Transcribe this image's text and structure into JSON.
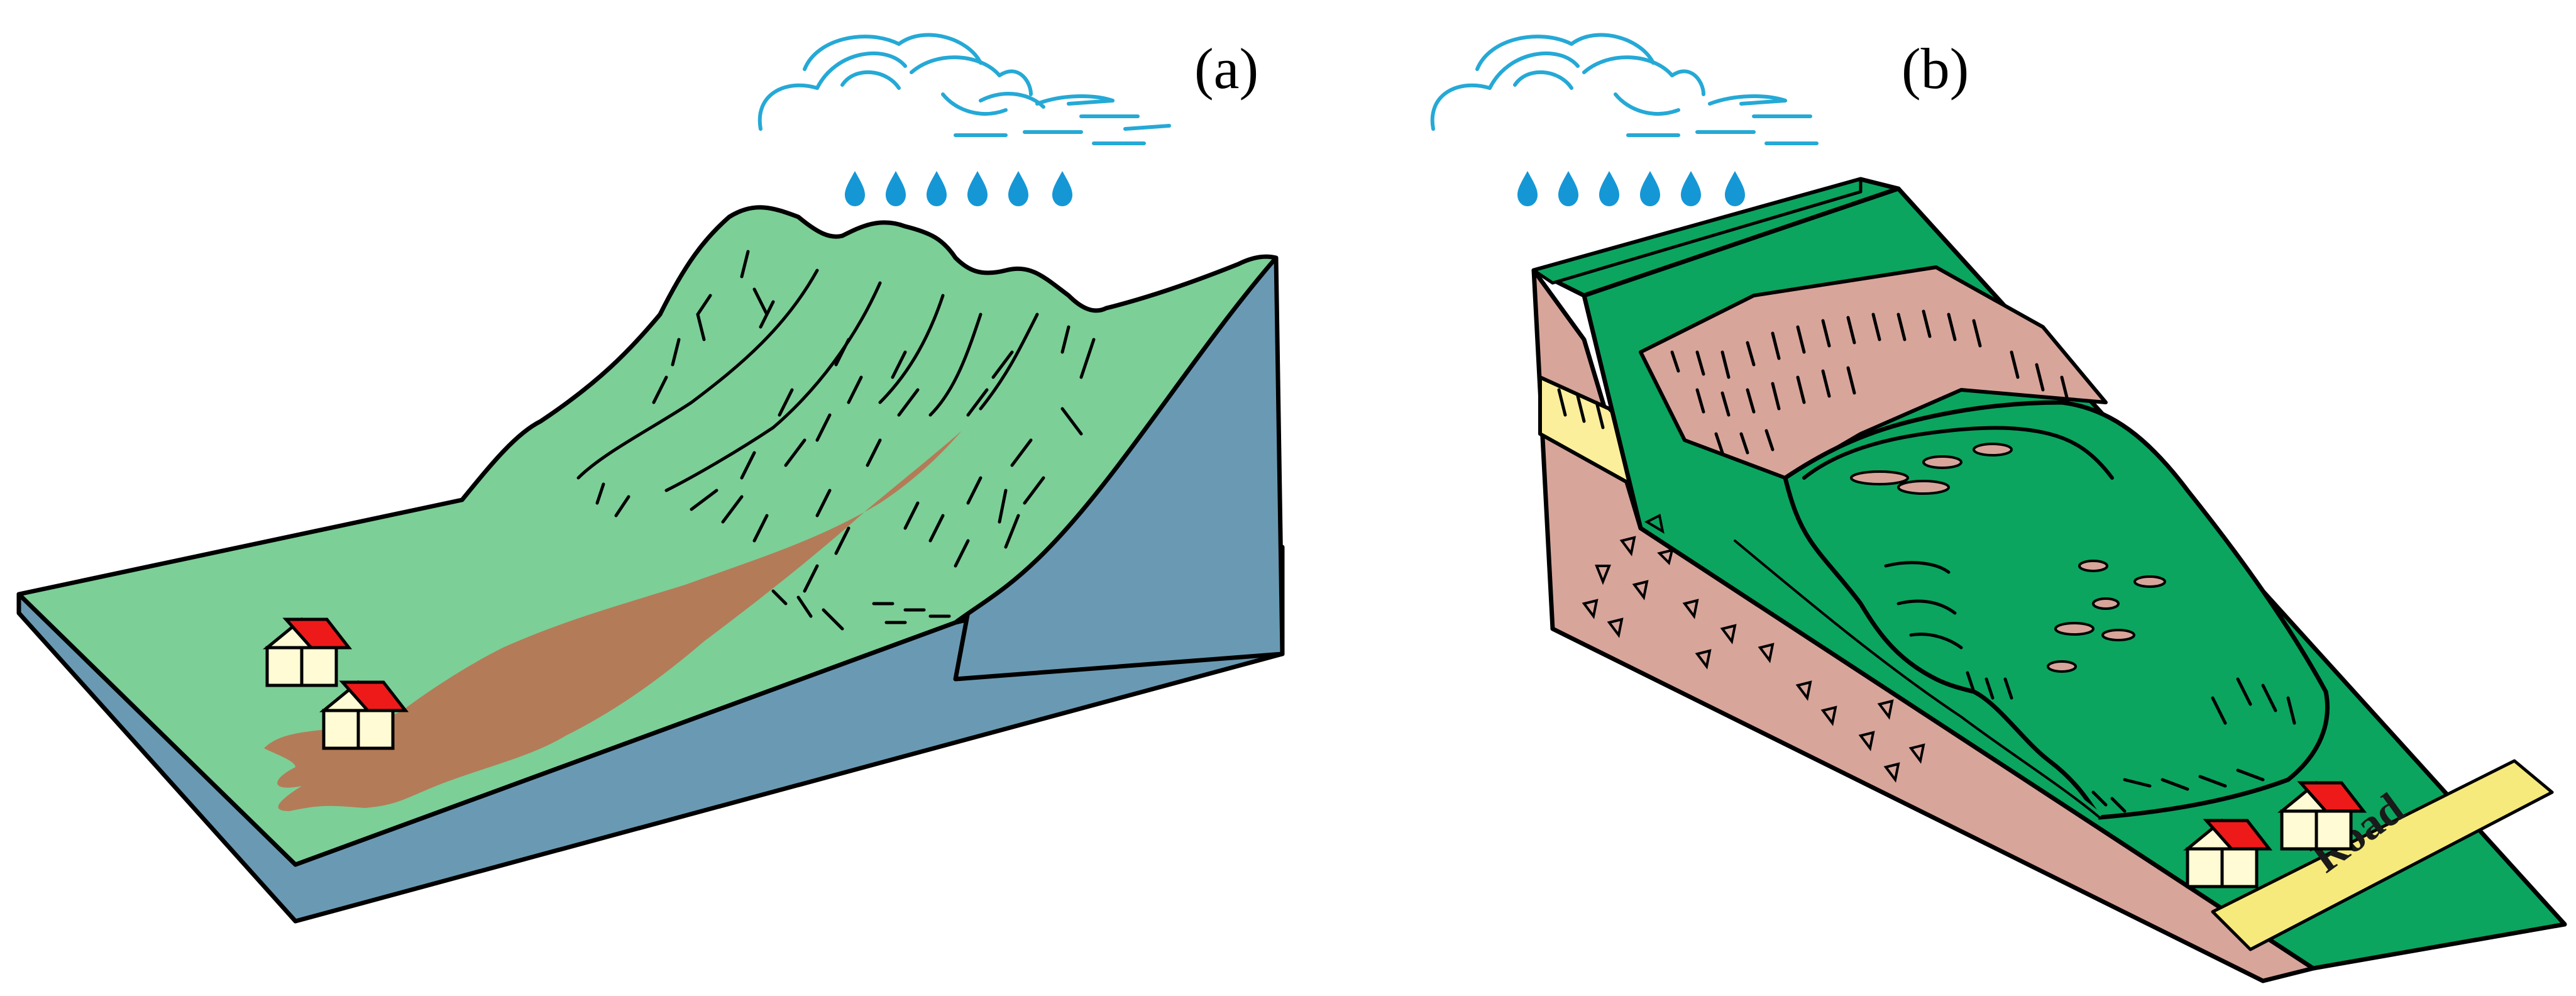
{
  "panels": [
    {
      "id": "a",
      "label": "(a)"
    },
    {
      "id": "b",
      "label": "(b)",
      "road_label": "Road"
    }
  ],
  "colors": {
    "light_green": "#7ccf97",
    "dark_green": "#0ba55f",
    "debris_brown": "#b47b58",
    "block_blue": "#6a9ab3",
    "soil_pink": "#d8a59a",
    "sand_yellow": "#fcef9c",
    "road_yellow": "#f6ea7c",
    "rain_blue": "#1597d6",
    "cloud_blue": "#25a9d6",
    "roof_red": "#ee1a1a",
    "wall_cream": "#fffbd4"
  },
  "icons": [
    "cloud-icon",
    "raindrop-icon",
    "house-icon"
  ]
}
